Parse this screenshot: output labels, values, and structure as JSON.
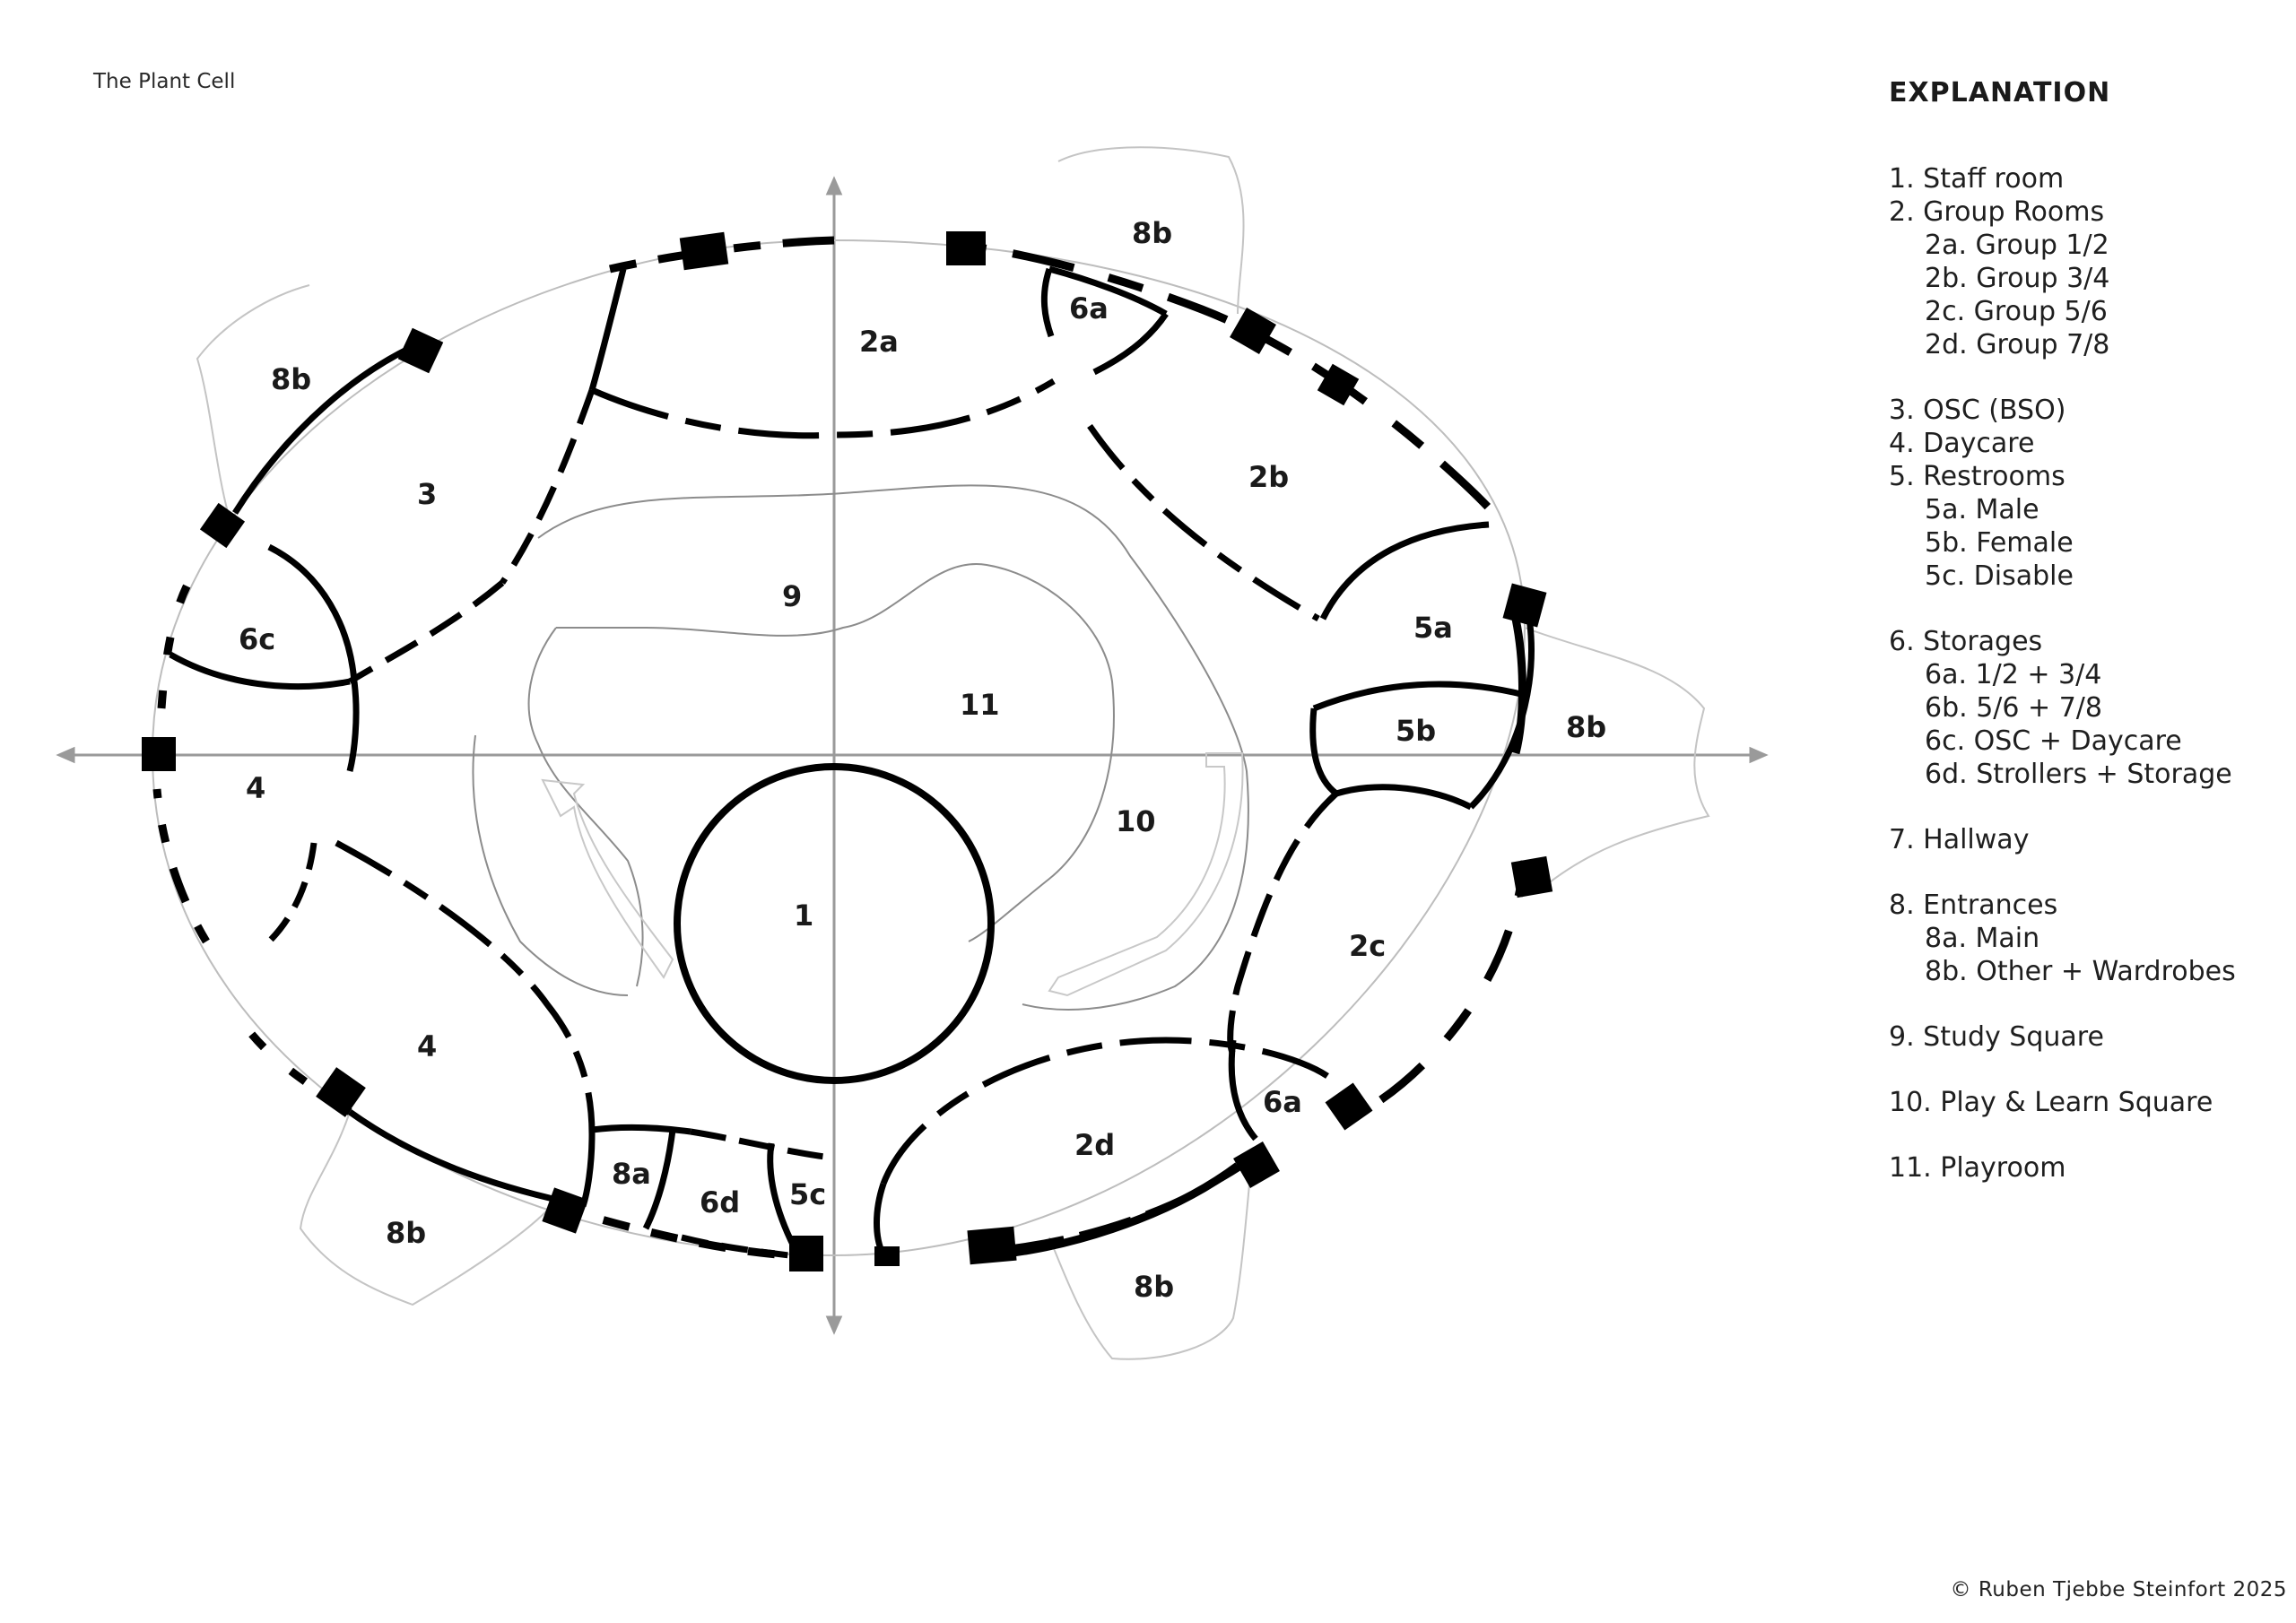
{
  "title": "The Plant Cell",
  "legend": {
    "heading": "EXPLANATION",
    "groups": [
      {
        "items": [
          {
            "text": "1. Staff room",
            "sub": false
          },
          {
            "text": "2. Group Rooms",
            "sub": false
          },
          {
            "text": "2a. Group 1/2",
            "sub": true
          },
          {
            "text": "2b. Group 3/4",
            "sub": true
          },
          {
            "text": "2c. Group 5/6",
            "sub": true
          },
          {
            "text": "2d. Group 7/8",
            "sub": true
          }
        ]
      },
      {
        "items": [
          {
            "text": "3. OSC (BSO)",
            "sub": false
          },
          {
            "text": "4. Daycare",
            "sub": false
          },
          {
            "text": "5. Restrooms",
            "sub": false
          },
          {
            "text": "5a. Male",
            "sub": true
          },
          {
            "text": "5b. Female",
            "sub": true
          },
          {
            "text": "5c. Disable",
            "sub": true
          }
        ]
      },
      {
        "items": [
          {
            "text": "6. Storages",
            "sub": false
          },
          {
            "text": "6a. 1/2 + 3/4",
            "sub": true
          },
          {
            "text": "6b. 5/6 + 7/8",
            "sub": true
          },
          {
            "text": "6c. OSC + Daycare",
            "sub": true
          },
          {
            "text": "6d. Strollers + Storage",
            "sub": true
          }
        ]
      },
      {
        "items": [
          {
            "text": "7. Hallway",
            "sub": false
          }
        ]
      },
      {
        "items": [
          {
            "text": "8. Entrances",
            "sub": false
          },
          {
            "text": "8a. Main",
            "sub": true
          },
          {
            "text": "8b. Other + Wardrobes",
            "sub": true
          }
        ]
      },
      {
        "items": [
          {
            "text": "9. Study Square",
            "sub": false
          }
        ]
      },
      {
        "items": [
          {
            "text": "10. Play & Learn Square",
            "sub": false
          }
        ]
      },
      {
        "items": [
          {
            "text": "11. Playroom",
            "sub": false
          }
        ]
      }
    ]
  },
  "room_labels": {
    "r1": "1",
    "r2a": "2a",
    "r2b": "2b",
    "r2c": "2c",
    "r2d": "2d",
    "r3": "3",
    "r4_left": "4",
    "r4_bottom": "4",
    "r5a": "5a",
    "r5b": "5b",
    "r5c": "5c",
    "r6a_top": "6a",
    "r6a_bottom": "6a",
    "r6c": "6c",
    "r6d": "6d",
    "r8a": "8a",
    "r8b_topleft": "8b",
    "r8b_top": "8b",
    "r8b_right": "8b",
    "r8b_bottomleft": "8b",
    "r8b_bottom": "8b",
    "r9": "9",
    "r10": "10",
    "r11": "11"
  },
  "copyright": "© Ruben Tjebbe Steinfort 2025"
}
